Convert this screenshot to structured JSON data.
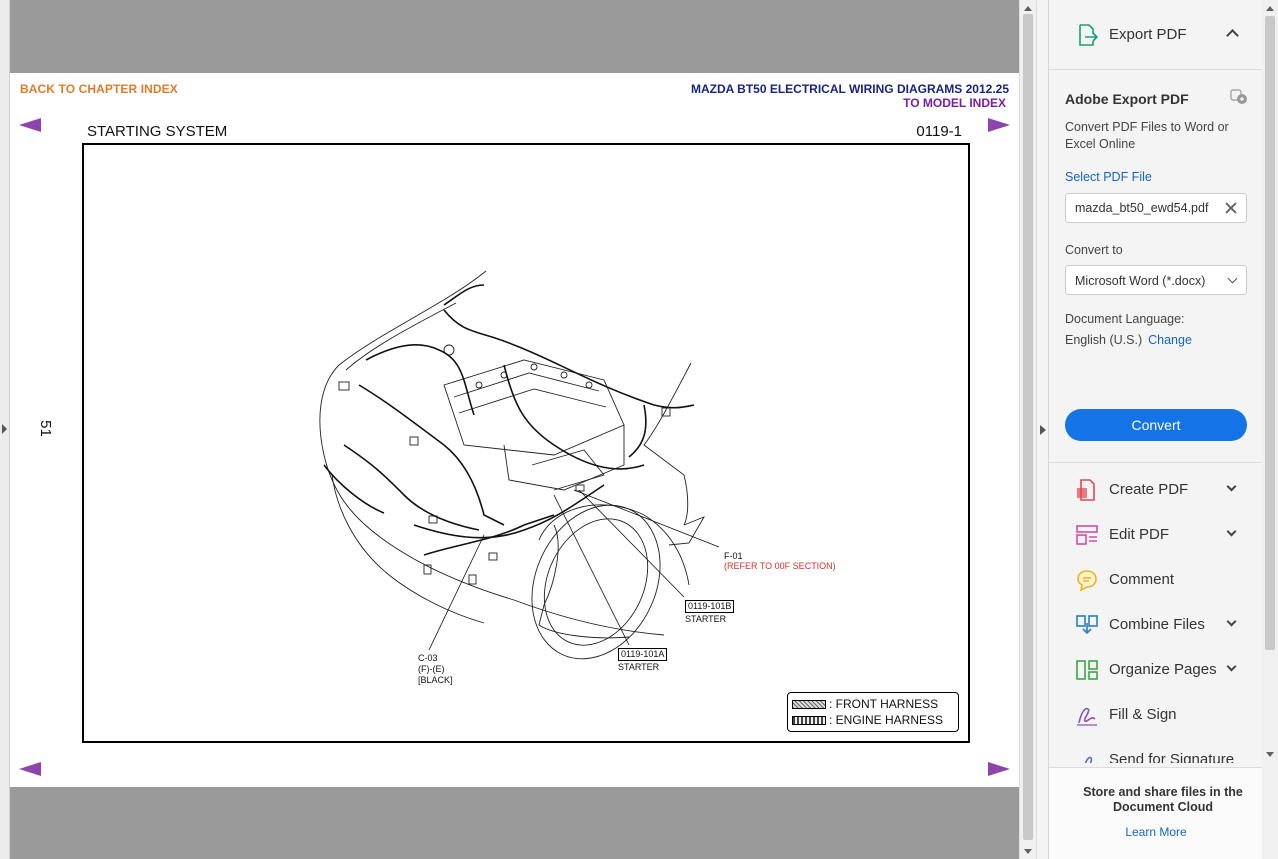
{
  "document": {
    "back_link": "BACK TO CHAPTER INDEX",
    "title": "MAZDA BT50 ELECTRICAL WIRING DIAGRAMS 2012.25",
    "model_link": "TO MODEL INDEX",
    "section_title": "STARTING SYSTEM",
    "section_code": "0119-1",
    "page_number": "51",
    "diagram_labels": {
      "f01": "F-01",
      "f01_ref": "(REFER TO 00F SECTION)",
      "conn_b": "0119-101B",
      "conn_b_name": "STARTER",
      "conn_a": "0119-101A",
      "conn_a_name": "STARTER",
      "c03": "C-03",
      "c03_pins": "(F)-(E)",
      "c03_color": "[BLACK]"
    },
    "legend": {
      "front": ": FRONT HARNESS",
      "engine": ": ENGINE HARNESS"
    }
  },
  "pane": {
    "export_header": "Export PDF",
    "export_title": "Adobe Export PDF",
    "export_desc": "Convert PDF Files to Word or Excel Online",
    "select_label": "Select PDF File",
    "file_name": "mazda_bt50_ewd54.pdf",
    "convert_to_label": "Convert to",
    "convert_to_value": "Microsoft Word (*.docx)",
    "language_label": "Document Language:",
    "language_value": "English (U.S.)",
    "language_change": "Change",
    "convert_button": "Convert",
    "tools": [
      {
        "name": "Create PDF",
        "icon": "create-pdf-icon",
        "color": "#e34850"
      },
      {
        "name": "Edit PDF",
        "icon": "edit-pdf-icon",
        "color": "#d14fa8"
      },
      {
        "name": "Comment",
        "icon": "comment-icon",
        "color": "#f0b323"
      },
      {
        "name": "Combine Files",
        "icon": "combine-files-icon",
        "color": "#2680c2"
      },
      {
        "name": "Organize Pages",
        "icon": "organize-pages-icon",
        "color": "#3fa34d"
      },
      {
        "name": "Fill & Sign",
        "icon": "fill-sign-icon",
        "color": "#7e57c2"
      },
      {
        "name": "Send for Signature",
        "icon": "send-signature-icon",
        "color": "#5c6bc0"
      }
    ],
    "cloud_text": "Store and share files in the Document Cloud",
    "cloud_link": "Learn More"
  },
  "colors": {
    "accent_blue": "#1473e6",
    "nav_arrow": "#8e44ad",
    "back_link": "#e07b2a",
    "title_navy": "#1a237e",
    "model_link": "#7b1fa2"
  }
}
